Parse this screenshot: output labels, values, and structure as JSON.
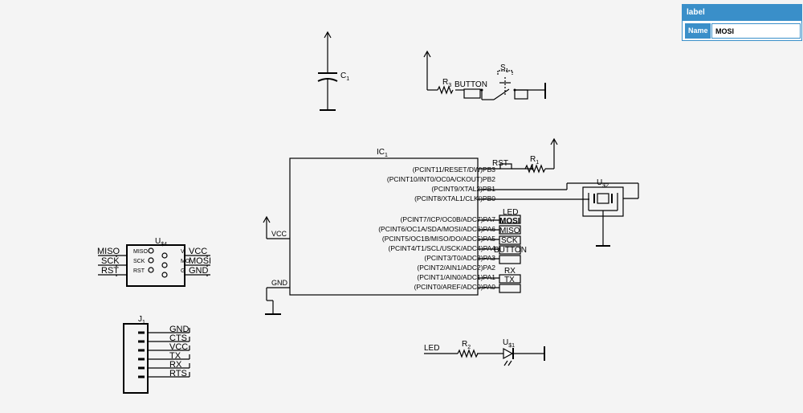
{
  "panel": {
    "header": "label",
    "field_label": "Name",
    "field_value": "MOSI"
  },
  "c1": {
    "ref": "C",
    "sub": "1"
  },
  "r3": {
    "ref": "R",
    "sub": "3"
  },
  "button_label": "BUTTON",
  "s1": {
    "ref": "S",
    "sub": "1"
  },
  "ic1": {
    "ref": "IC",
    "sub": "1",
    "vcc": "VCC",
    "gnd": "GND",
    "pins": [
      "(PCINT11/RESET/DW)PB3",
      "(PCINT10/INT0/OC0A/CKOUT)PB2",
      "(PCINT9/XTAL2)PB1",
      "(PCINT8/XTAL1/CLKI)PB0",
      "(PCINT7/ICP/OC0B/ADC7)PA7",
      "(PCINT6/OC1A/SDA/MOSI/ADC6)PA6",
      "(PCINT5/OC1B/MISO/DO/ADC5)PA5",
      "(PCINT4/T1/SCL/USCK/ADC4)PA4",
      "(PCINT3/T0/ADC3)PA3",
      "(PCINT2/AIN1/ADC2)PA2",
      "(PCINT1/AIN0/ADC1)PA1",
      "(PCINT0/AREF/ADC0)PA0"
    ],
    "net_labels": [
      "RST",
      "LED",
      "MOSI",
      "MISO",
      "SCK",
      "BUTTON",
      "RX",
      "TX"
    ]
  },
  "r1": {
    "ref": "R",
    "sub": "1"
  },
  "u2": {
    "ref": "U",
    "sub": "$2"
  },
  "u4": {
    "ref": "U",
    "sub": "$4",
    "left_nets": [
      "MISO",
      "SCK",
      "RST"
    ],
    "right_nets": [
      "VCC",
      "MOSI",
      "GND"
    ],
    "inner_left": [
      "MISO",
      "SCK",
      "RST"
    ],
    "inner_right": [
      "V",
      "MO",
      "G"
    ]
  },
  "j1": {
    "ref": "J",
    "sub": "1",
    "nets": [
      "GND",
      "CTS",
      "VCC",
      "TX",
      "RX",
      "RTS"
    ]
  },
  "led_net": "LED",
  "r2": {
    "ref": "R",
    "sub": "2"
  },
  "u1": {
    "ref": "U",
    "sub": "$1"
  },
  "colors": {
    "accent": "#3a8fc9",
    "background": "#f4f4f4",
    "ink": "#000000"
  }
}
